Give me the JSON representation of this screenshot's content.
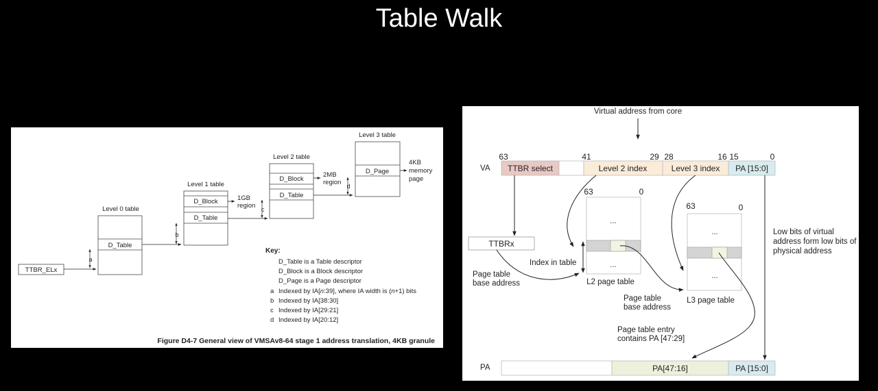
{
  "slide": {
    "title": "Table Walk"
  },
  "left_figure": {
    "ttbr": "TTBR_ELx",
    "levels": {
      "l0": "Level 0 table",
      "l1": "Level 1 table",
      "l2": "Level 2 table",
      "l3": "Level 3 table"
    },
    "entries": {
      "l0_table": "D_Table",
      "l1_block": "D_Block",
      "l1_table": "D_Table",
      "l2_block": "D_Block",
      "l2_table": "D_Table",
      "l3_page": "D_Page"
    },
    "regions": {
      "r1gb_1": "1GB",
      "r1gb_2": "region",
      "r2mb_1": "2MB",
      "r2mb_2": "region",
      "r4kb_1": "4KB",
      "r4kb_2": "memory",
      "r4kb_3": "page"
    },
    "index_letters": {
      "a": "a",
      "b": "b",
      "c": "c",
      "d": "d"
    },
    "key": {
      "heading": "Key:",
      "t1": "D_Table is a Table descriptor",
      "t2": "D_Block is a Block descriptor",
      "t3": "D_Page is a Page descriptor",
      "a_letter": "a",
      "a_pre": "Indexed by IA[",
      "a_n": "n",
      "a_mid": ":39], where IA width is (",
      "a_n2": "n",
      "a_post": "+1) bits",
      "b_letter": "b",
      "b_text": "Indexed by IA[38:30]",
      "c_letter": "c",
      "c_text": "Indexed by IA[29:21]",
      "d_letter": "d",
      "d_text": "Indexed by IA[20:12]"
    },
    "caption": "Figure D4-7 General view of VMSAv8-64 stage 1 address translation, 4KB granule"
  },
  "right_figure": {
    "va_source": "Virtual address from core",
    "va_label": "VA",
    "pa_label": "PA",
    "bits": {
      "b63": "63",
      "b41": "41",
      "b29": "29",
      "b28": "28",
      "b16": "16",
      "b15": "15",
      "b0": "0"
    },
    "va_fields": {
      "ttbr_select": "TTBR select",
      "l2_index": "Level 2 index",
      "l3_index": "Level 3 index",
      "pa_low": "PA [15:0]"
    },
    "ttbrx": "TTBRx",
    "l2_table": {
      "bit_hi": "63",
      "bit_lo": "0",
      "dots_top": "...",
      "dots_bottom": "...",
      "label": "L2 page table"
    },
    "l3_table": {
      "bit_hi": "63",
      "bit_lo": "0",
      "dots_top": "...",
      "dots_bottom": "...",
      "label": "L3 page table"
    },
    "index_in_table": "Index in table",
    "ptba_1": {
      "l1": "Page table",
      "l2": "base address"
    },
    "ptba_2": {
      "l1": "Page table",
      "l2": "base address"
    },
    "pte": {
      "l1": "Page table entry",
      "l2": "contains PA [47:29]"
    },
    "low_bits": {
      "l1": "Low bits of virtual",
      "l2": "address form low bits of",
      "l3": "physical address"
    },
    "pa_fields": {
      "pa_high": "PA[47:16]",
      "pa_low": "PA [15:0]"
    },
    "colors": {
      "ttbr_select": "#e8c9c4",
      "level_index": "#fbecd9",
      "pa_low": "#d8ebef",
      "pa_high": "#edf1dc",
      "entry_grey": "#d4d4d4",
      "entry_hi": "#f0f5e2"
    }
  }
}
